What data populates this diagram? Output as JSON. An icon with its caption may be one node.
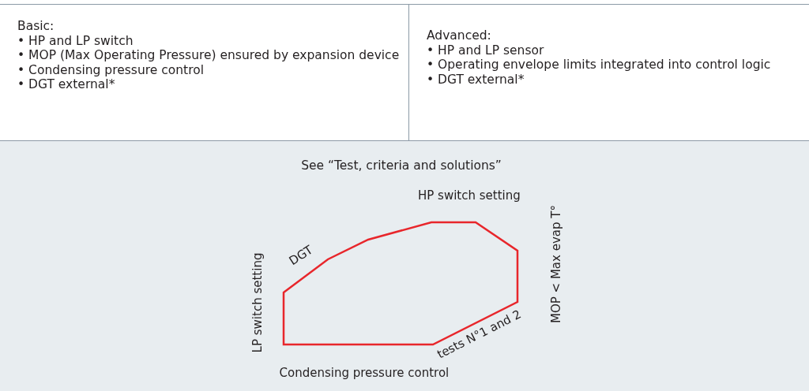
{
  "diagram": {
    "nodes": [
      {
        "text": [
          "Basic:",
          "• HP and LP switch",
          "• MOP (Max Operating Pressure) ensured by expansion device",
          "• Condensing pressure control",
          "• DGT external*"
        ]
      },
      {
        "text": [
          "Advanced:",
          "• HP and LP sensor",
          "• Operating envelope limits integrated into control logic",
          "• DGT external*"
        ]
      },
      {
        "text": [
          "See “Test, criteria and solutions”"
        ]
      }
    ],
    "edges": [],
    "labels": [
      "HP switch setting",
      "DGT",
      "LP switch setting",
      "MOP < Max evap T°",
      "tests N°1 and 2",
      "Condensing pressure control"
    ]
  }
}
